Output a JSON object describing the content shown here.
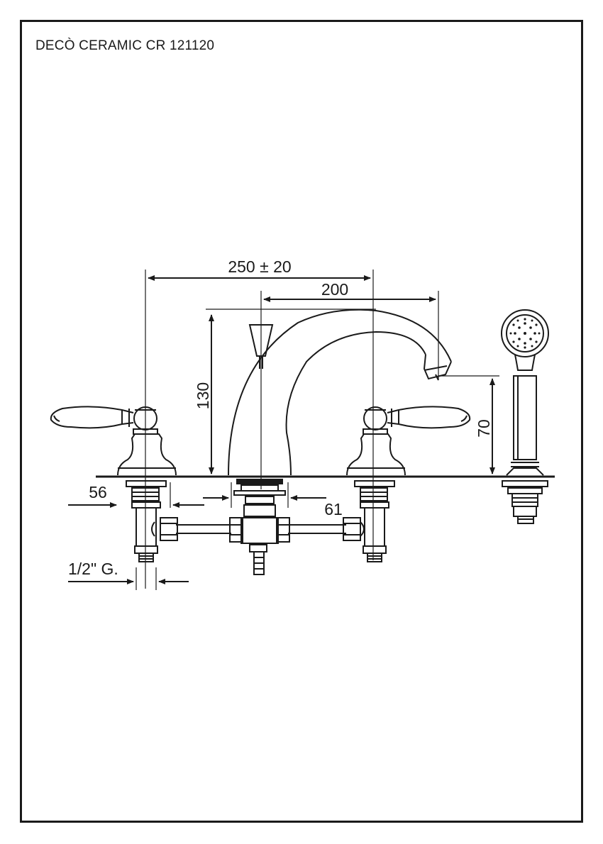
{
  "title": "DECÒ CERAMIC CR 121120",
  "dimensions": {
    "overall_spacing": "250 ± 20",
    "spout_reach": "200",
    "spout_height": "130",
    "handshower_height": "70",
    "hole_left": "56",
    "hole_center": "61",
    "thread": "1/2\" G."
  },
  "colors": {
    "line": "#1a1a1a",
    "background": "#ffffff"
  }
}
